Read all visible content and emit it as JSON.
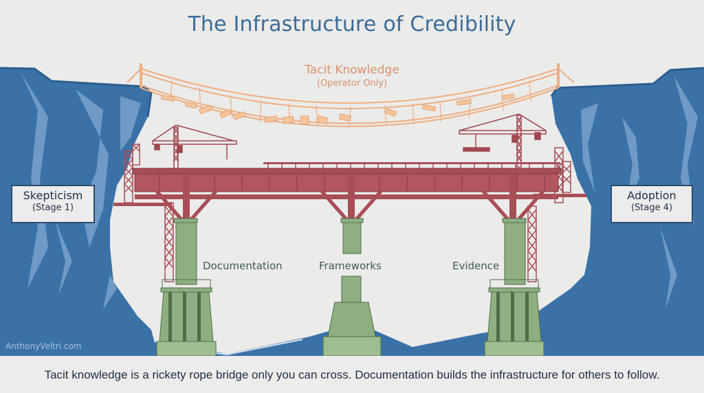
{
  "title": "The Infrastructure of Credibility",
  "rope_bridge": {
    "label": "Tacit Knowledge",
    "sublabel": "(Operator Only)"
  },
  "stages": {
    "left": {
      "label": "Skepticism",
      "sublabel": "(Stage 1)"
    },
    "right": {
      "label": "Adoption",
      "sublabel": "(Stage 4)"
    }
  },
  "pillars": [
    {
      "label": "Documentation"
    },
    {
      "label": "Frameworks"
    },
    {
      "label": "Evidence"
    }
  ],
  "watermark": "AnthonyVeltri.com",
  "caption": "Tacit knowledge is a rickety rope bridge only you can cross. Documentation builds the infrastructure for others to follow.",
  "colors": {
    "background": "#ebebea",
    "cliff": "#3a72a8",
    "cliff_highlight": "#6f9ac6",
    "rope": "#eeae82",
    "steel": "#a84e57",
    "pillar": "#8fae82",
    "pillar_dark": "#4e6e48",
    "title": "#3b6b99"
  }
}
